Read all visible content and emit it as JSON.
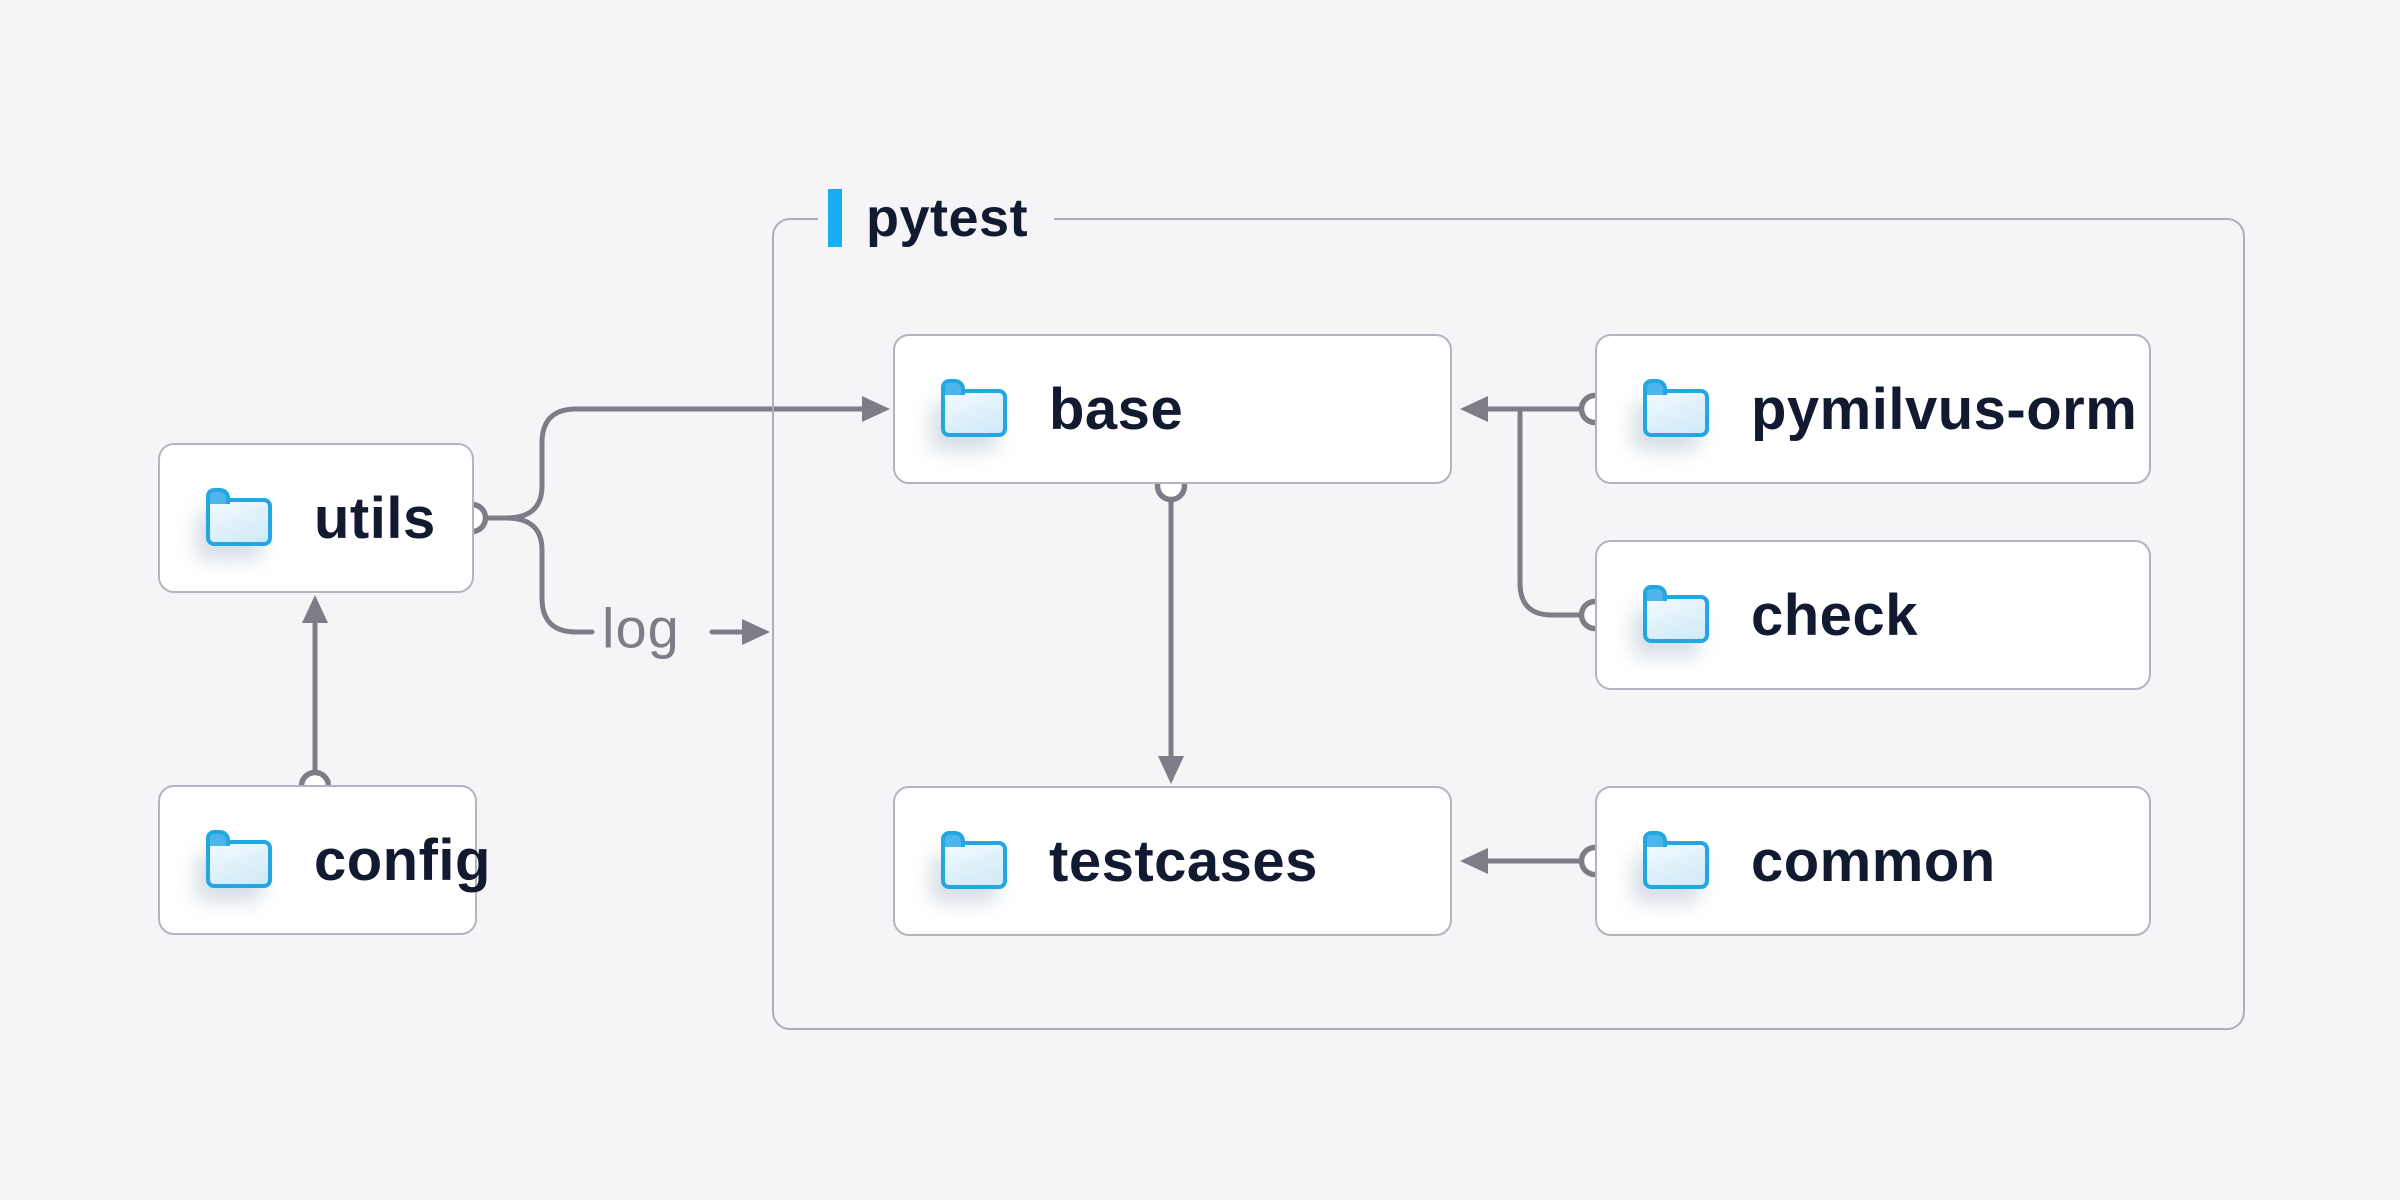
{
  "colors": {
    "background": "#f5f5f7",
    "node_fill": "#ffffff",
    "node_border": "#b4b4c0",
    "group_border": "#aeaeba",
    "edge_gray": "#7d7d88",
    "label_navy": "#111a31",
    "muted_gray": "#7d7d88",
    "accent_bar_blue": "#18aef5",
    "folder_blue": "#23a7e2"
  },
  "diagram": {
    "group": {
      "label": "pytest"
    },
    "nodes": {
      "utils": {
        "label": "utils"
      },
      "config": {
        "label": "config"
      },
      "base": {
        "label": "base"
      },
      "pymilvus_orm": {
        "label": "pymilvus-orm"
      },
      "check": {
        "label": "check"
      },
      "testcases": {
        "label": "testcases"
      },
      "common": {
        "label": "common"
      }
    },
    "edge_labels": {
      "log": "log"
    },
    "edges": [
      {
        "from": "config",
        "to": "utils"
      },
      {
        "from": "utils",
        "to": "base"
      },
      {
        "from": "utils",
        "to": "pytest-group",
        "label": "log"
      },
      {
        "from": "pymilvus-orm",
        "to": "base"
      },
      {
        "from": "check",
        "to": "base"
      },
      {
        "from": "base",
        "to": "testcases"
      },
      {
        "from": "common",
        "to": "testcases"
      }
    ]
  }
}
